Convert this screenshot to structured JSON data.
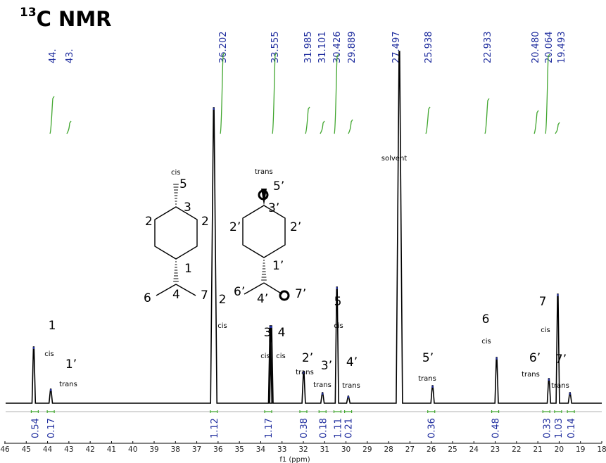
{
  "title": {
    "isotope": "13",
    "text": "C NMR"
  },
  "chart_data": {
    "type": "line",
    "title": "13C NMR",
    "xlabel": "f1 (ppm)",
    "xlim": [
      46,
      18
    ],
    "x_reversed": true,
    "x_ticks": [
      "46",
      "45",
      "44",
      "43",
      "42",
      "41",
      "40",
      "39",
      "38",
      "37",
      "36",
      "35",
      "34",
      "33",
      "32",
      "31",
      "30",
      "29",
      "28",
      "27",
      "26",
      "25",
      "24",
      "23",
      "22",
      "21",
      "20",
      "19",
      "18"
    ],
    "peak_labels_top": [
      "44.",
      "43.",
      "36.202",
      "33.555",
      "31.985",
      "31.101",
      "30.426",
      "29.889",
      "27.497",
      "25.938",
      "22.933",
      "20.480",
      "20.064",
      "19.493"
    ],
    "peaks": [
      {
        "ppm": 44.65,
        "rel_height": 0.16,
        "label": "1",
        "tag": "cis"
      },
      {
        "ppm": 43.85,
        "rel_height": 0.04,
        "label": "1’",
        "tag": "trans"
      },
      {
        "ppm": 36.202,
        "rel_height": 0.84,
        "label": "2",
        "tag": "cis"
      },
      {
        "ppm": 33.555,
        "rel_height": 0.22,
        "label": "3",
        "tag": "cis"
      },
      {
        "ppm": 33.5,
        "rel_height": 0.22,
        "label": "4",
        "tag": "cis"
      },
      {
        "ppm": 31.985,
        "rel_height": 0.09,
        "label": "2’",
        "tag": "trans"
      },
      {
        "ppm": 31.101,
        "rel_height": 0.03,
        "label": "3’",
        "tag": "trans"
      },
      {
        "ppm": 30.426,
        "rel_height": 0.33,
        "label": "5",
        "tag": "cis"
      },
      {
        "ppm": 29.889,
        "rel_height": 0.02,
        "label": "4’",
        "tag": "trans"
      },
      {
        "ppm": 27.497,
        "rel_height": 1.0,
        "label": "solvent",
        "tag": ""
      },
      {
        "ppm": 25.938,
        "rel_height": 0.05,
        "label": "5’",
        "tag": "trans"
      },
      {
        "ppm": 22.933,
        "rel_height": 0.13,
        "label": "6",
        "tag": "cis"
      },
      {
        "ppm": 20.48,
        "rel_height": 0.07,
        "label": "6’",
        "tag": "trans"
      },
      {
        "ppm": 20.064,
        "rel_height": 0.31,
        "label": "7",
        "tag": "cis"
      },
      {
        "ppm": 19.493,
        "rel_height": 0.03,
        "label": "7’",
        "tag": "trans"
      }
    ],
    "integrals": [
      {
        "ppm": 44.6,
        "value": "0.54"
      },
      {
        "ppm": 43.85,
        "value": "0.17"
      },
      {
        "ppm": 36.2,
        "value": "1.12"
      },
      {
        "ppm": 33.65,
        "value": "1.17"
      },
      {
        "ppm": 32.0,
        "value": "0.38"
      },
      {
        "ppm": 31.1,
        "value": "0.18"
      },
      {
        "ppm": 30.4,
        "value": "1.11"
      },
      {
        "ppm": 29.9,
        "value": "0.21"
      },
      {
        "ppm": 26.0,
        "value": "0.36"
      },
      {
        "ppm": 23.0,
        "value": "0.48"
      },
      {
        "ppm": 20.6,
        "value": "0.33"
      },
      {
        "ppm": 20.05,
        "value": "1.03"
      },
      {
        "ppm": 19.45,
        "value": "0.14"
      }
    ],
    "colors": {
      "spectrum": "#000000",
      "peak_label": "#1f2d9e",
      "integral_curve": "#41a62f",
      "integral_value": "#1f2d9e"
    }
  },
  "structure_cis": {
    "tag": "cis",
    "labels": [
      "5",
      "3",
      "2",
      "2",
      "1",
      "6",
      "4",
      "7"
    ]
  },
  "structure_trans": {
    "tag": "trans",
    "labels": [
      "5’",
      "3’",
      "2’",
      "2’",
      "1’",
      "6’",
      "4’",
      "7’"
    ]
  }
}
